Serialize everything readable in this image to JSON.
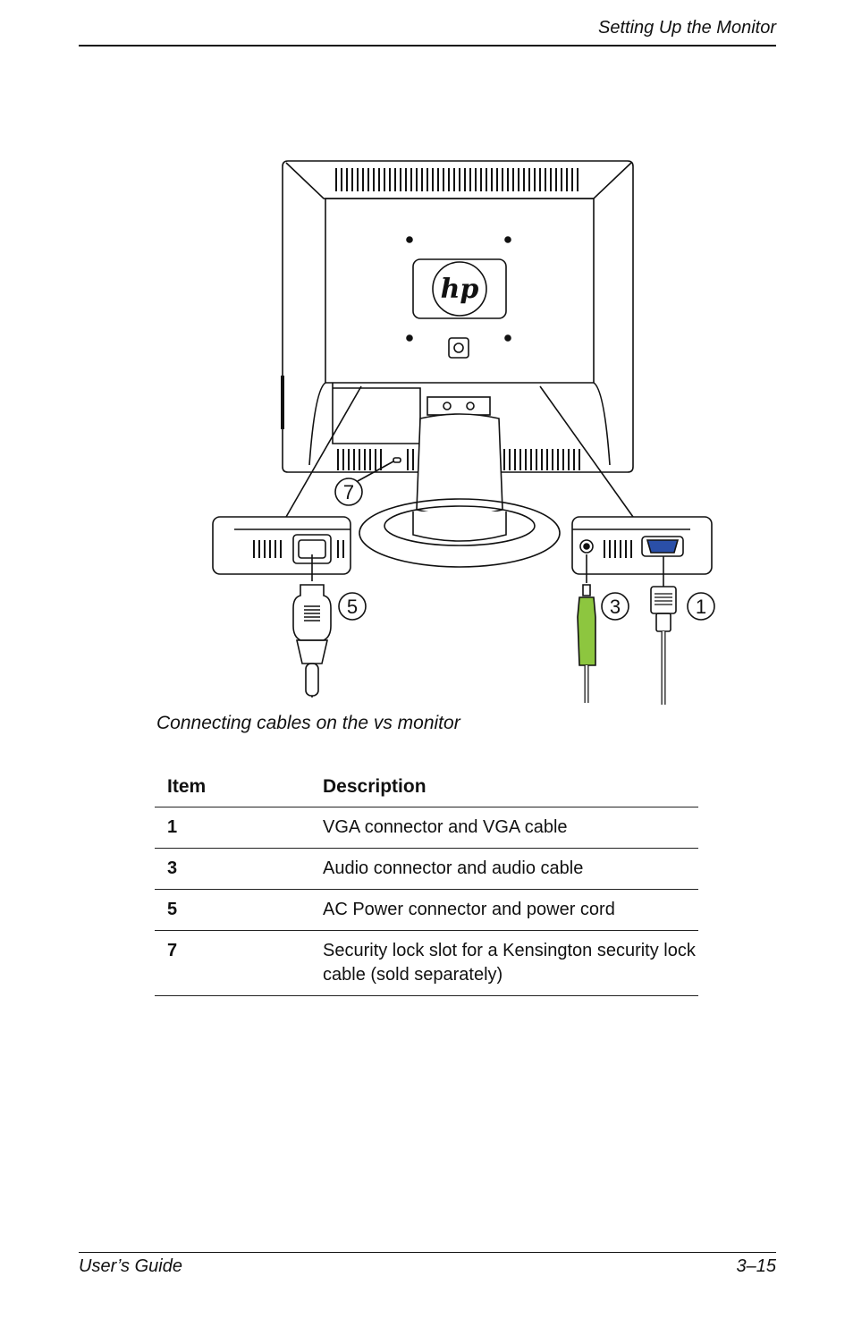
{
  "header": {
    "running_title": "Setting Up the Monitor"
  },
  "figure": {
    "logo_text": "hp",
    "callouts": [
      "7",
      "5",
      "3",
      "1"
    ],
    "caption": "Connecting cables on the vs monitor"
  },
  "table": {
    "headers": {
      "item": "Item",
      "description": "Description"
    },
    "rows": [
      {
        "item": "1",
        "description": "VGA connector and VGA cable"
      },
      {
        "item": "3",
        "description": "Audio connector and audio cable"
      },
      {
        "item": "5",
        "description": "AC Power connector and power cord"
      },
      {
        "item": "7",
        "description": "Security lock slot for a Kensington security lock cable (sold separately)"
      }
    ]
  },
  "footer": {
    "left": "User’s Guide",
    "right": "3–15"
  },
  "colors": {
    "audio_plug": "#8dc63f",
    "vga_port": "#2a4fa8"
  }
}
